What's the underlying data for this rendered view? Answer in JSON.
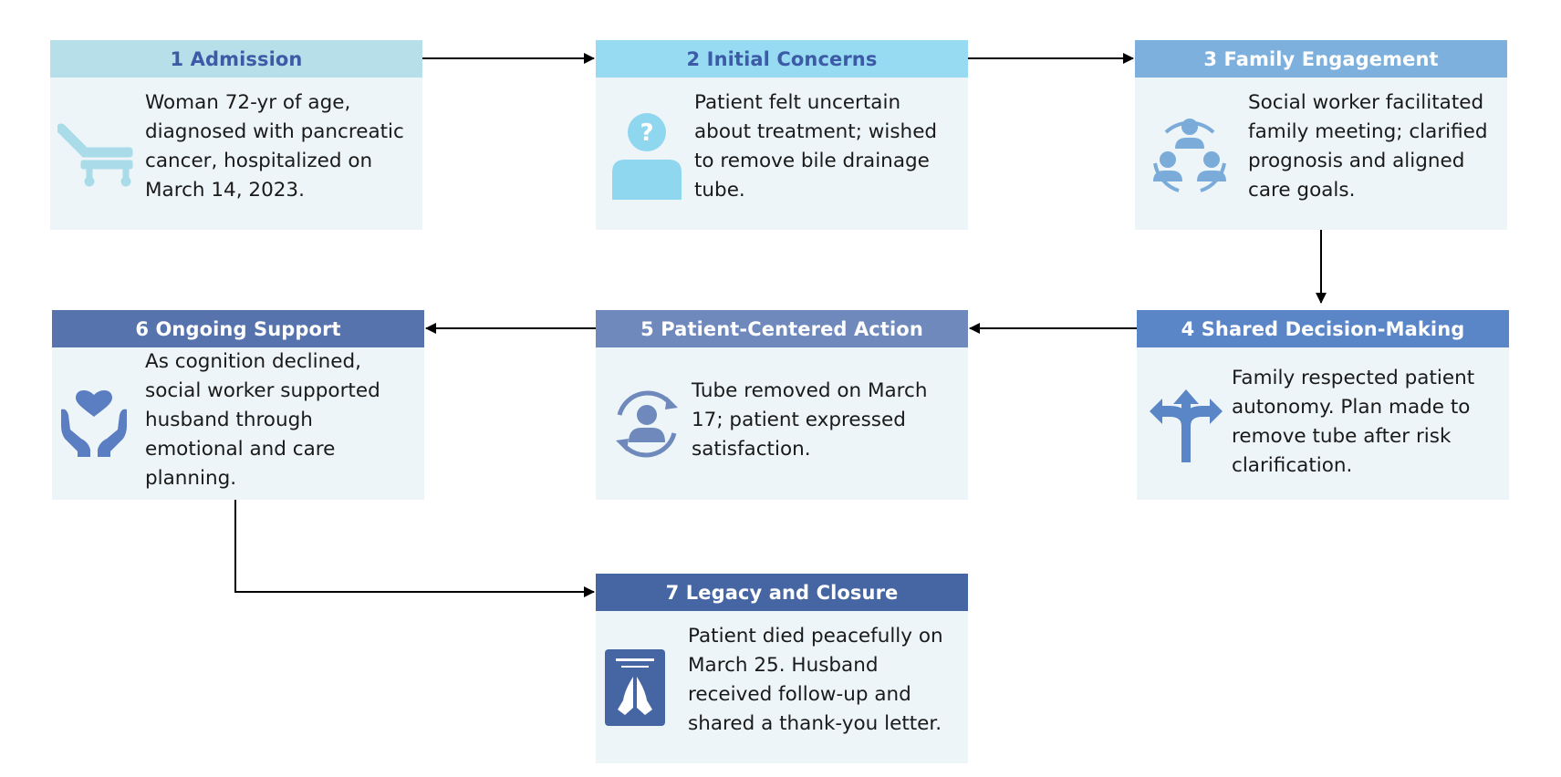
{
  "steps": [
    {
      "title": "1 Admission",
      "text": "Woman 72-yr of age, diagnosed with pancreatic cancer, hospitalized on March 14, 2023.",
      "icon": "hospital-bed-icon",
      "header_color": "#b7dfe9",
      "header_text_color": "#3c5aa6"
    },
    {
      "title": "2 Initial Concerns",
      "text": "Patient felt uncertain about treatment; wished to remove bile drainage tube.",
      "icon": "person-question-icon",
      "header_color": "#96dbf2",
      "header_text_color": "#3c5aa6"
    },
    {
      "title": "3 Family Engagement",
      "text": "Social worker facilitated family meeting; clarified prognosis and aligned care goals.",
      "icon": "group-cycle-icon",
      "header_color": "#7db0dc",
      "header_text_color": "#ffffff"
    },
    {
      "title": "4 Shared Decision-Making",
      "text": "Family respected patient autonomy. Plan made to remove tube after risk clarification.",
      "icon": "split-arrows-icon",
      "header_color": "#5a86c7",
      "header_text_color": "#ffffff"
    },
    {
      "title": "5 Patient-Centered Action",
      "text": "Tube removed on March 17; patient expressed satisfaction.",
      "icon": "person-cycle-icon",
      "header_color": "#6f89bd",
      "header_text_color": "#ffffff"
    },
    {
      "title": "6 Ongoing Support",
      "text": "As cognition declined, social worker supported husband through emotional and care planning.",
      "icon": "heart-hands-icon",
      "header_color": "#5773ad",
      "header_text_color": "#ffffff"
    },
    {
      "title": "7 Legacy and Closure",
      "text": "Patient died peacefully on March 25. Husband received follow-up and shared a thank-you letter.",
      "icon": "praying-hands-icon",
      "header_color": "#4666a3",
      "header_text_color": "#ffffff"
    }
  ],
  "lines": {
    "step1": [
      "Woman 72-yr of age,",
      "diagnosed with pancreatic",
      "cancer, hospitalized on",
      "March 14, 2023."
    ],
    "step2": [
      "Patient felt uncertain",
      "about treatment; wished",
      "to remove bile drainage",
      "tube."
    ],
    "step3": [
      "Social worker facilitated",
      "family meeting; clarified",
      "prognosis and aligned",
      "care goals."
    ],
    "step4": [
      "Family respected patient",
      "autonomy. Plan made to",
      "remove tube after risk",
      "clarification."
    ],
    "step5": [
      "Tube removed on March",
      "17; patient expressed",
      "satisfaction."
    ],
    "step6": [
      "As cognition declined,",
      "social worker supported",
      "husband through",
      "emotional and care",
      "planning."
    ],
    "step7": [
      "Patient died peacefully on",
      "March 25. Husband",
      "received follow-up and",
      "shared a thank-you letter."
    ]
  },
  "colors": {
    "body_bg": "#edf5f8",
    "connector": "#000000"
  }
}
